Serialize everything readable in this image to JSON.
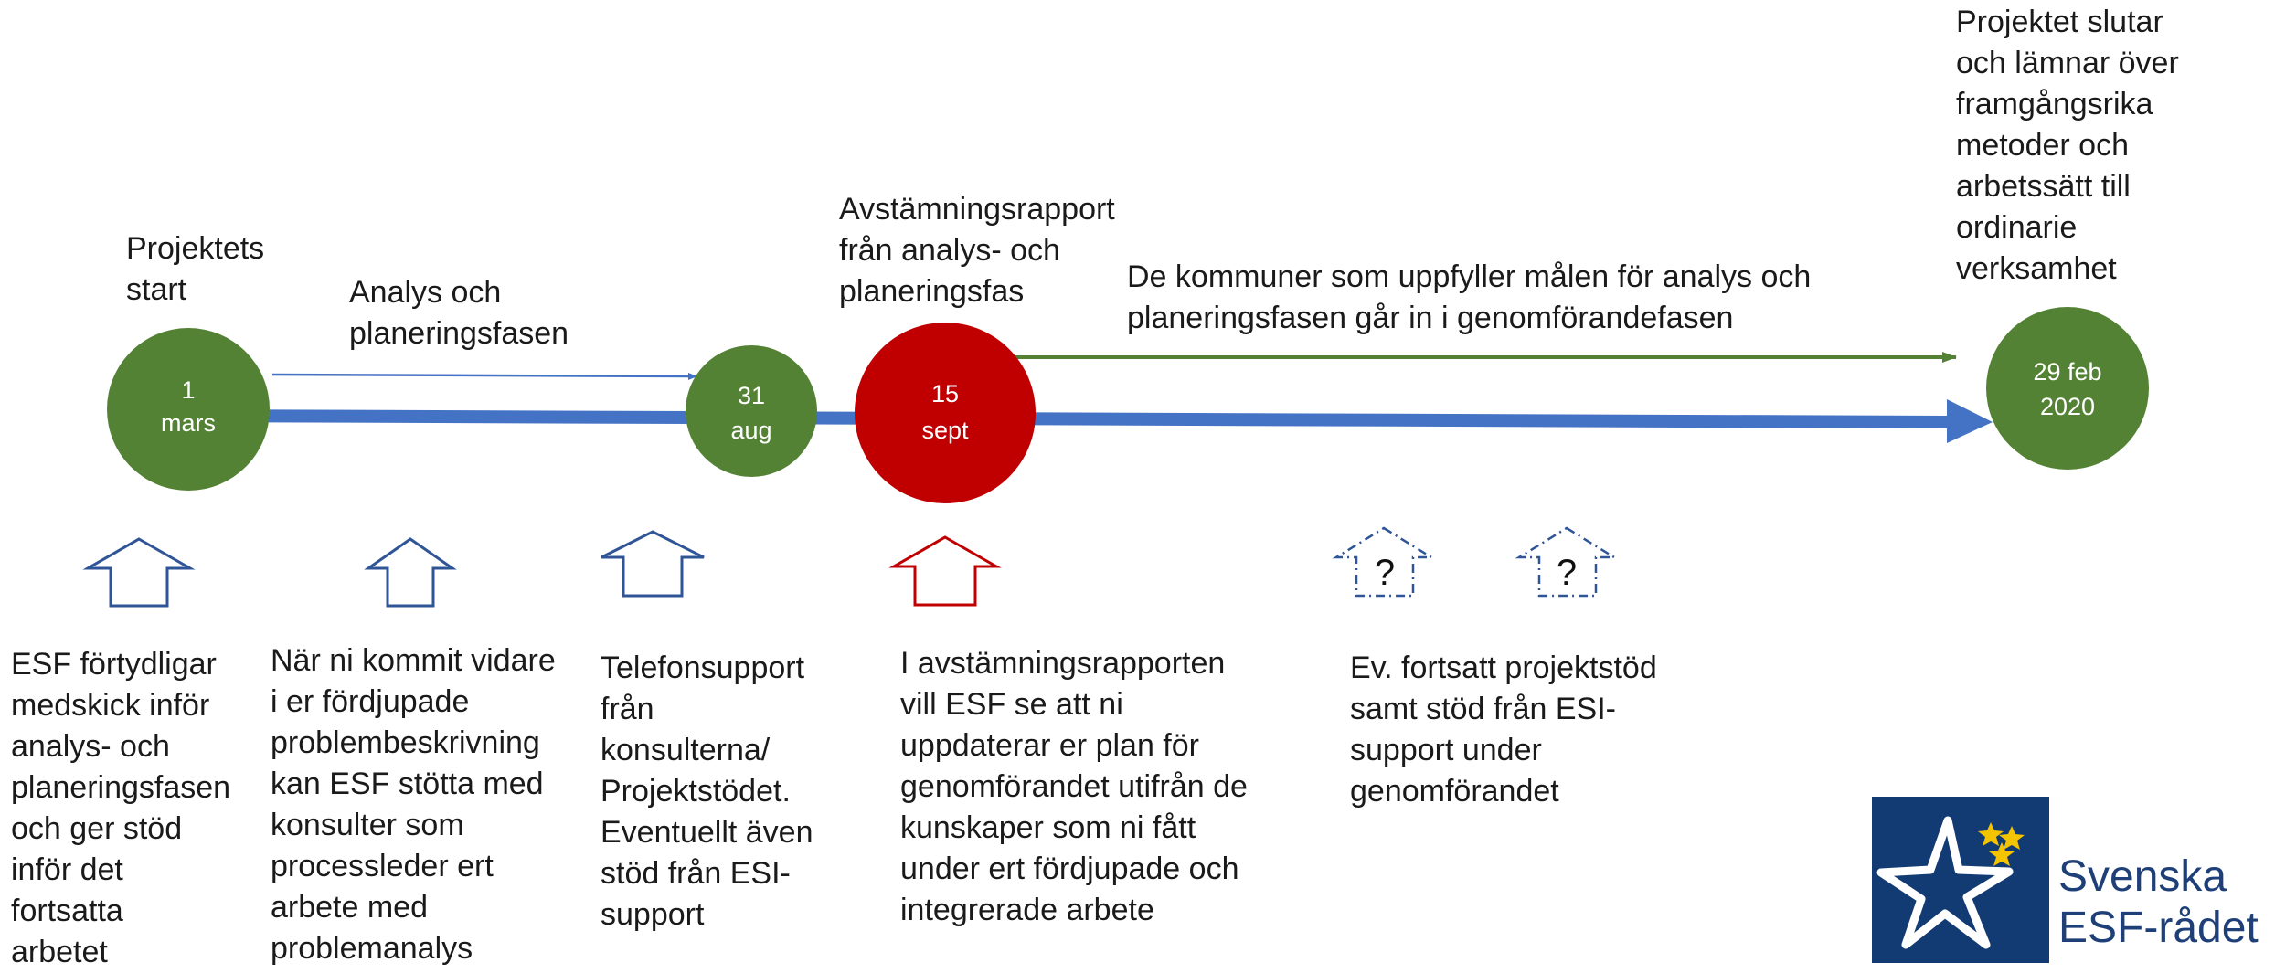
{
  "colors": {
    "timeline_blue": "#4472c4",
    "milestone_green": "#548235",
    "milestone_red": "#c00000",
    "arrow_blue_outline": "#2f5597",
    "arrow_red_outline": "#c00000",
    "logo_navy": "#123a73",
    "logo_star_gold": "#f5c400"
  },
  "milestones": {
    "start": {
      "label": "1\nmars",
      "color": "#548235"
    },
    "aug": {
      "label": "31\naug",
      "color": "#548235"
    },
    "sept": {
      "label": "15\nsept",
      "color": "#c00000"
    },
    "end": {
      "label": "29 feb\n2020",
      "color": "#548235"
    }
  },
  "labels": {
    "project_start": "Projektets\nstart",
    "analysis_phase": "Analys och\nplaneringsfasen",
    "report": "Avstämningsrapport\nfrån analys- och\nplaneringsfas",
    "municipalities": "De kommuner som uppfyller målen för analys och\nplaneringsfasen går in i genomförandefasen",
    "project_end": "Projektet slutar\noch lämnar över\nframgångsrika\nmetoder och\narbetssätt till\nordinarie\nverksamhet"
  },
  "support_notes": {
    "note1": "ESF förtydligar\nmedskick inför\nanalys- och\nplaneringsfasen\noch ger stöd\ninför det\nfortsatta\narbetet",
    "note2": "När ni kommit vidare\ni er fördjupade\nproblembeskrivning\nkan ESF stötta med\nkonsulter som\nprocessleder ert\narbete med\nproblemanalys",
    "note3": "Telefonsupport\nfrån\nkonsulterna/\nProjektstödet.\nEventuellt även\nstöd från ESI-\nsupport",
    "note4": "I avstämningsrapporten\nvill ESF se att ni\nuppdaterar er plan för\ngenomförandet utifrån de\nkunskaper som ni fått\nunder ert fördjupade och\nintegrerade arbete",
    "note5": "Ev. fortsatt projektstöd\nsamt stöd från ESI-\nsupport under\ngenomförandet"
  },
  "uncertain_marks": {
    "mark1": "?",
    "mark2": "?"
  },
  "logo": {
    "name": "Svenska\nESF-rådet",
    "icon": "star-logo-icon"
  }
}
